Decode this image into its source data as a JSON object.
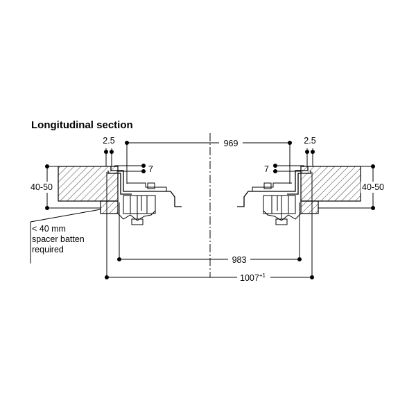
{
  "title": "Longitudinal section",
  "dimensions": {
    "inner_width": "969",
    "mid_width": "983",
    "outer_width": "1007",
    "outer_tolerance": "+1",
    "step_left": "2.5",
    "step_right": "2.5",
    "depth_left": "7",
    "depth_right": "7",
    "worktop_left": "40-50",
    "worktop_right": "40-50"
  },
  "note": {
    "line1": "< 40 mm",
    "line2": "spacer batten",
    "line3": "required"
  }
}
